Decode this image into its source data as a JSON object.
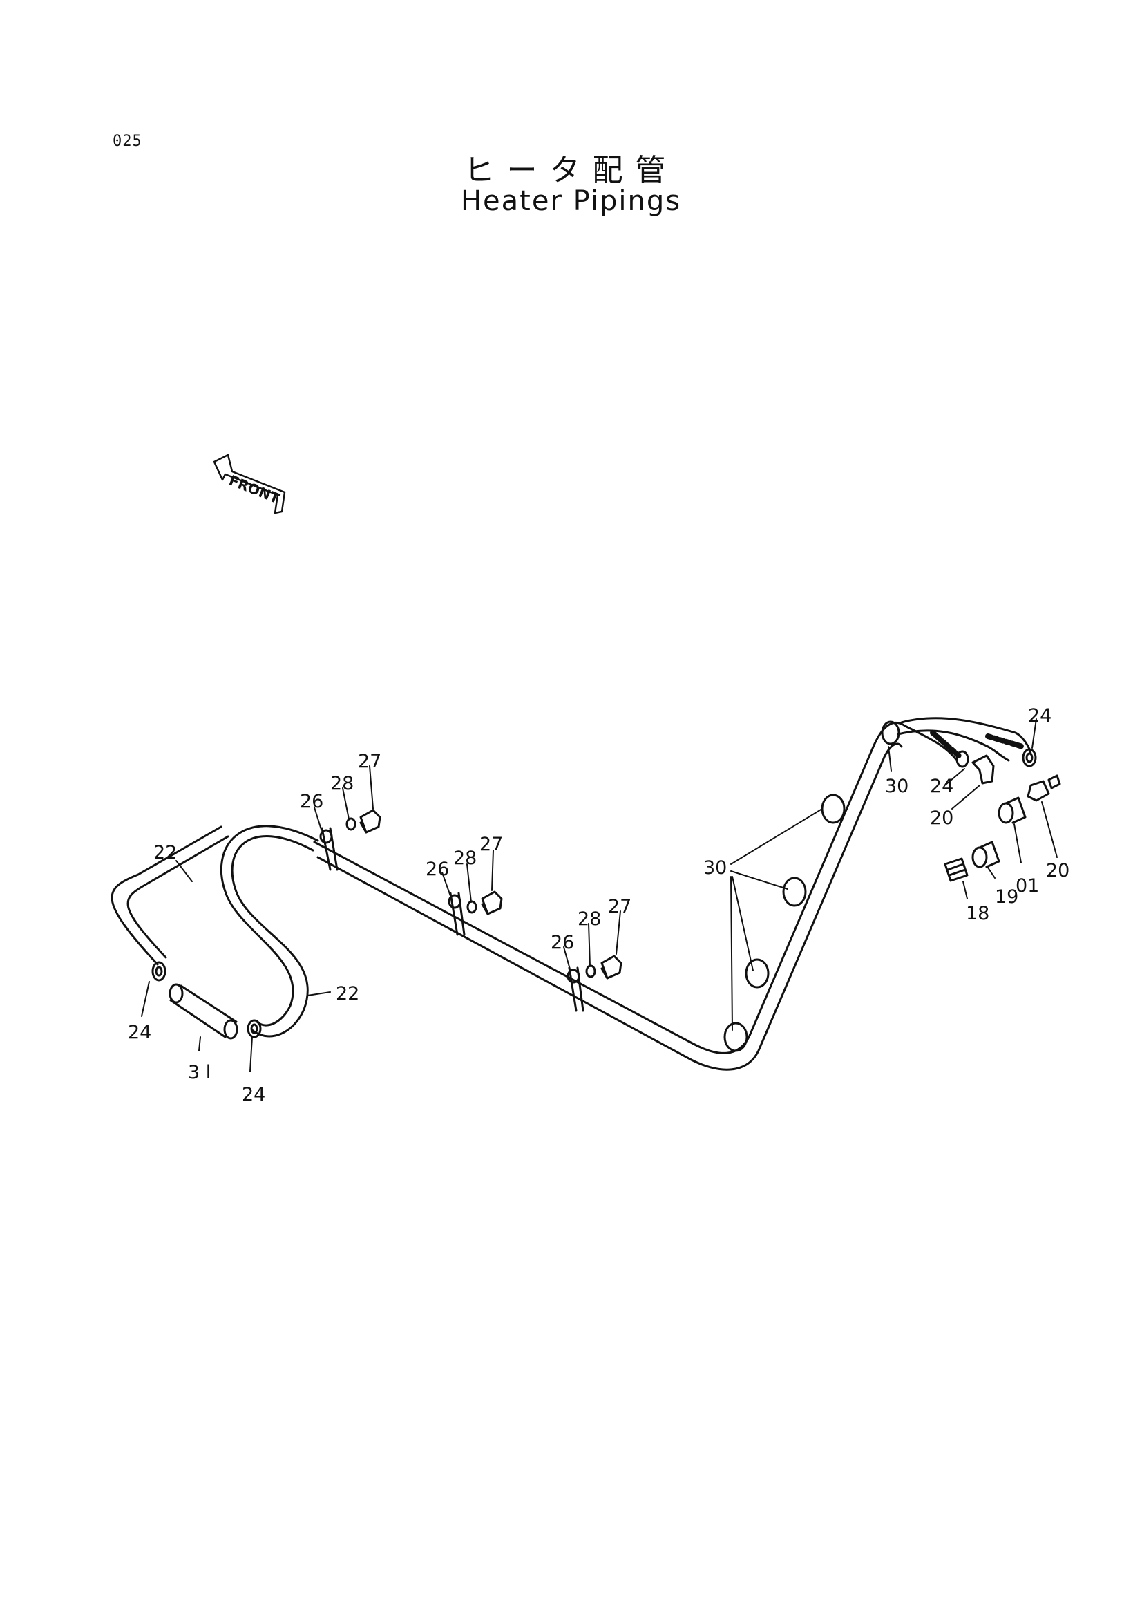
{
  "page": {
    "number": "025",
    "title_jp": "ヒータ配管",
    "title_en": "Heater Pipings"
  },
  "front_marker": "FRONT",
  "callouts": {
    "c24_left": "24",
    "c31": "3 l",
    "c24_bottom": "24",
    "c22_upper": "22",
    "c22_lower": "22",
    "c26_a": "26",
    "c28_a": "28",
    "c27_a": "27",
    "c26_b": "26",
    "c28_b": "28",
    "c27_b": "27",
    "c26_c": "26",
    "c28_c": "28",
    "c27_c": "27",
    "c30_group": "30",
    "c30_right": "30",
    "c24_mid": "24",
    "c24_top": "24",
    "c20_left": "20",
    "c20_right": "20",
    "c18": "18",
    "c19": "19",
    "c01": "01"
  }
}
